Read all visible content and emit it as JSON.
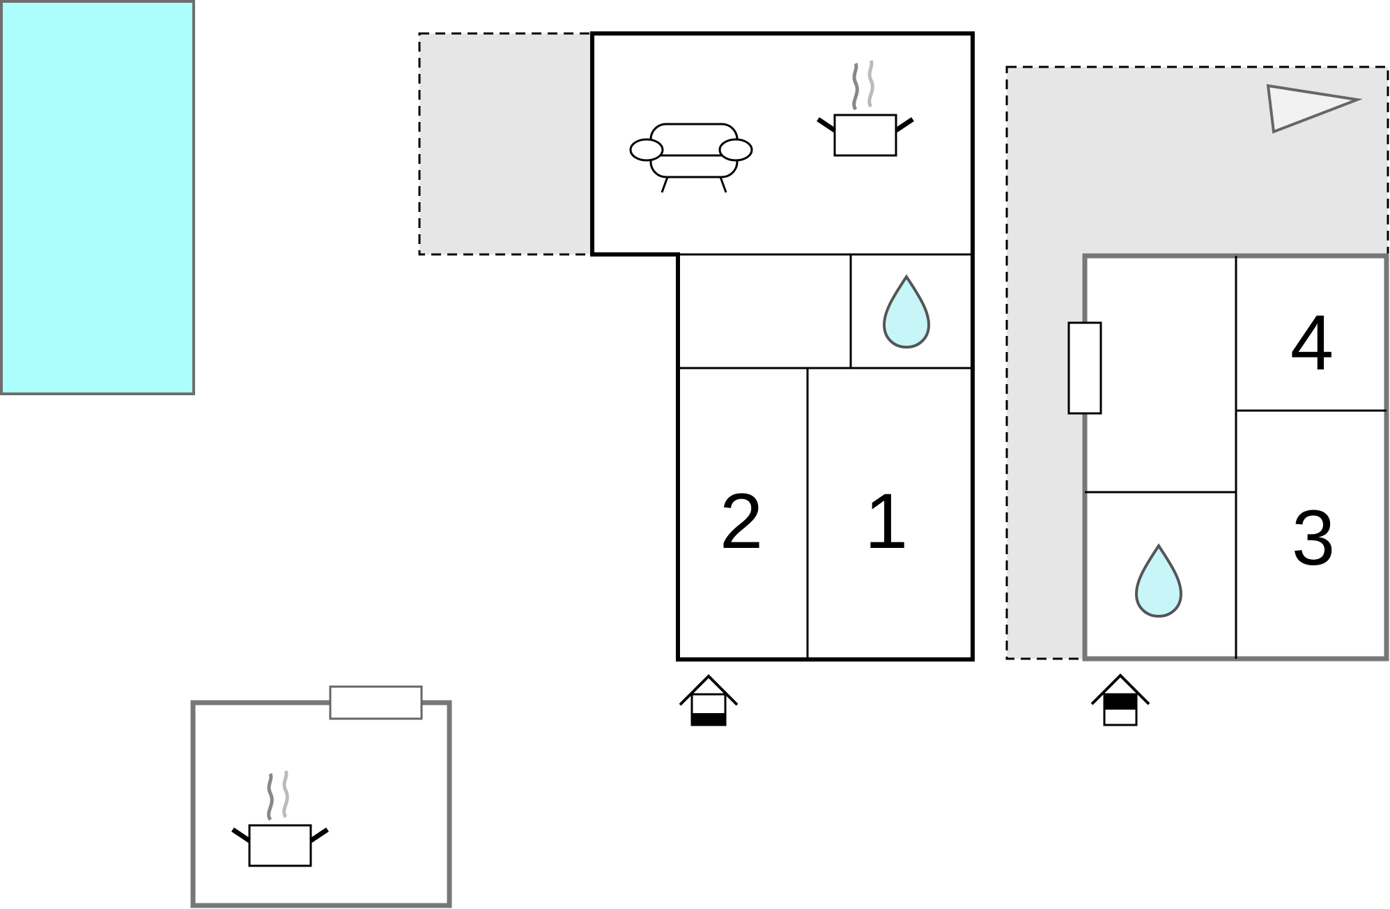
{
  "floorplan": {
    "rooms": [
      {
        "id": "bedroom-1",
        "label": "1"
      },
      {
        "id": "bedroom-2",
        "label": "2"
      },
      {
        "id": "bedroom-3",
        "label": "3"
      },
      {
        "id": "bedroom-4",
        "label": "4"
      }
    ],
    "icons": {
      "living_room": "sofa-icon",
      "kitchen": "cooking-pot-icon",
      "bathroom": "water-drop-icon",
      "entrance": "entrance-house-icon",
      "compass": "north-arrow-icon"
    }
  },
  "colors": {
    "pool": "#adfdfd",
    "terrace": "#e6e6e6",
    "wall": "#000000",
    "outbuilding_wall": "#777777",
    "water_drop": "#c8f6f8"
  }
}
